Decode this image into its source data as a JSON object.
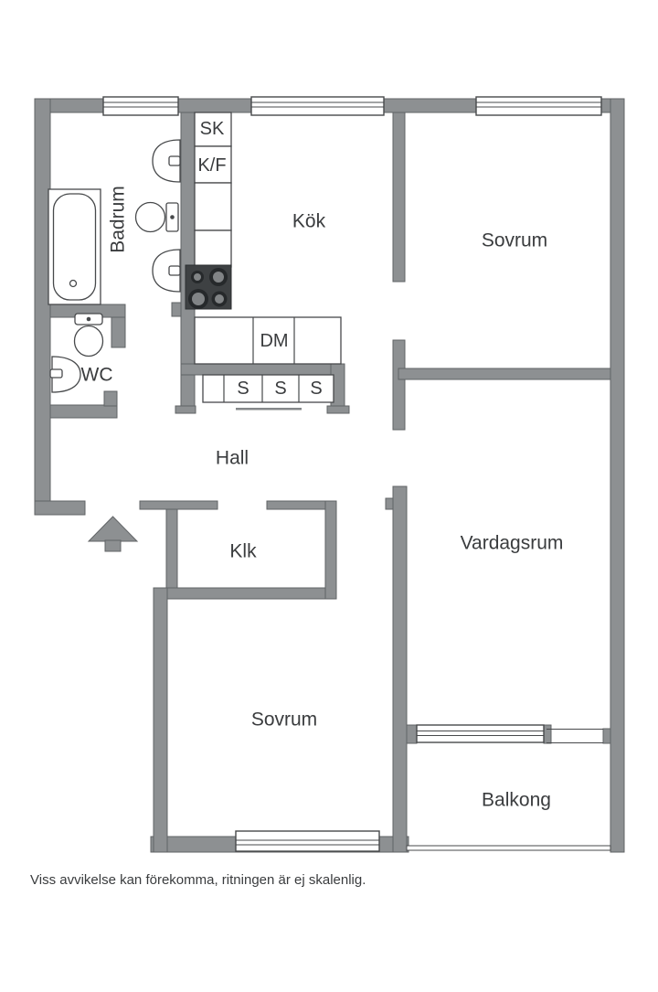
{
  "rooms": {
    "badrum": "Badrum",
    "kok": "Kök",
    "sovrum_top": "Sovrum",
    "wc": "WC",
    "hall": "Hall",
    "klk": "Klk",
    "vardagsrum": "Vardagsrum",
    "sovrum_bottom": "Sovrum",
    "balkong": "Balkong"
  },
  "cabinets": {
    "sk": "SK",
    "kf": "K/F",
    "dm": "DM",
    "s1": "S",
    "s2": "S",
    "s3": "S"
  },
  "footer": {
    "disclaimer": "Viss avvikelse kan förekomma, ritningen är ej skalenlig."
  },
  "colors": {
    "wall": "#8d9092",
    "wall-outline": "#606365",
    "line": "#47494b",
    "stove": "#3e4143",
    "burner-ring": "#26292b",
    "burner-center": "#818486",
    "text": "#3a3c3e",
    "threshold": "#85888a"
  }
}
